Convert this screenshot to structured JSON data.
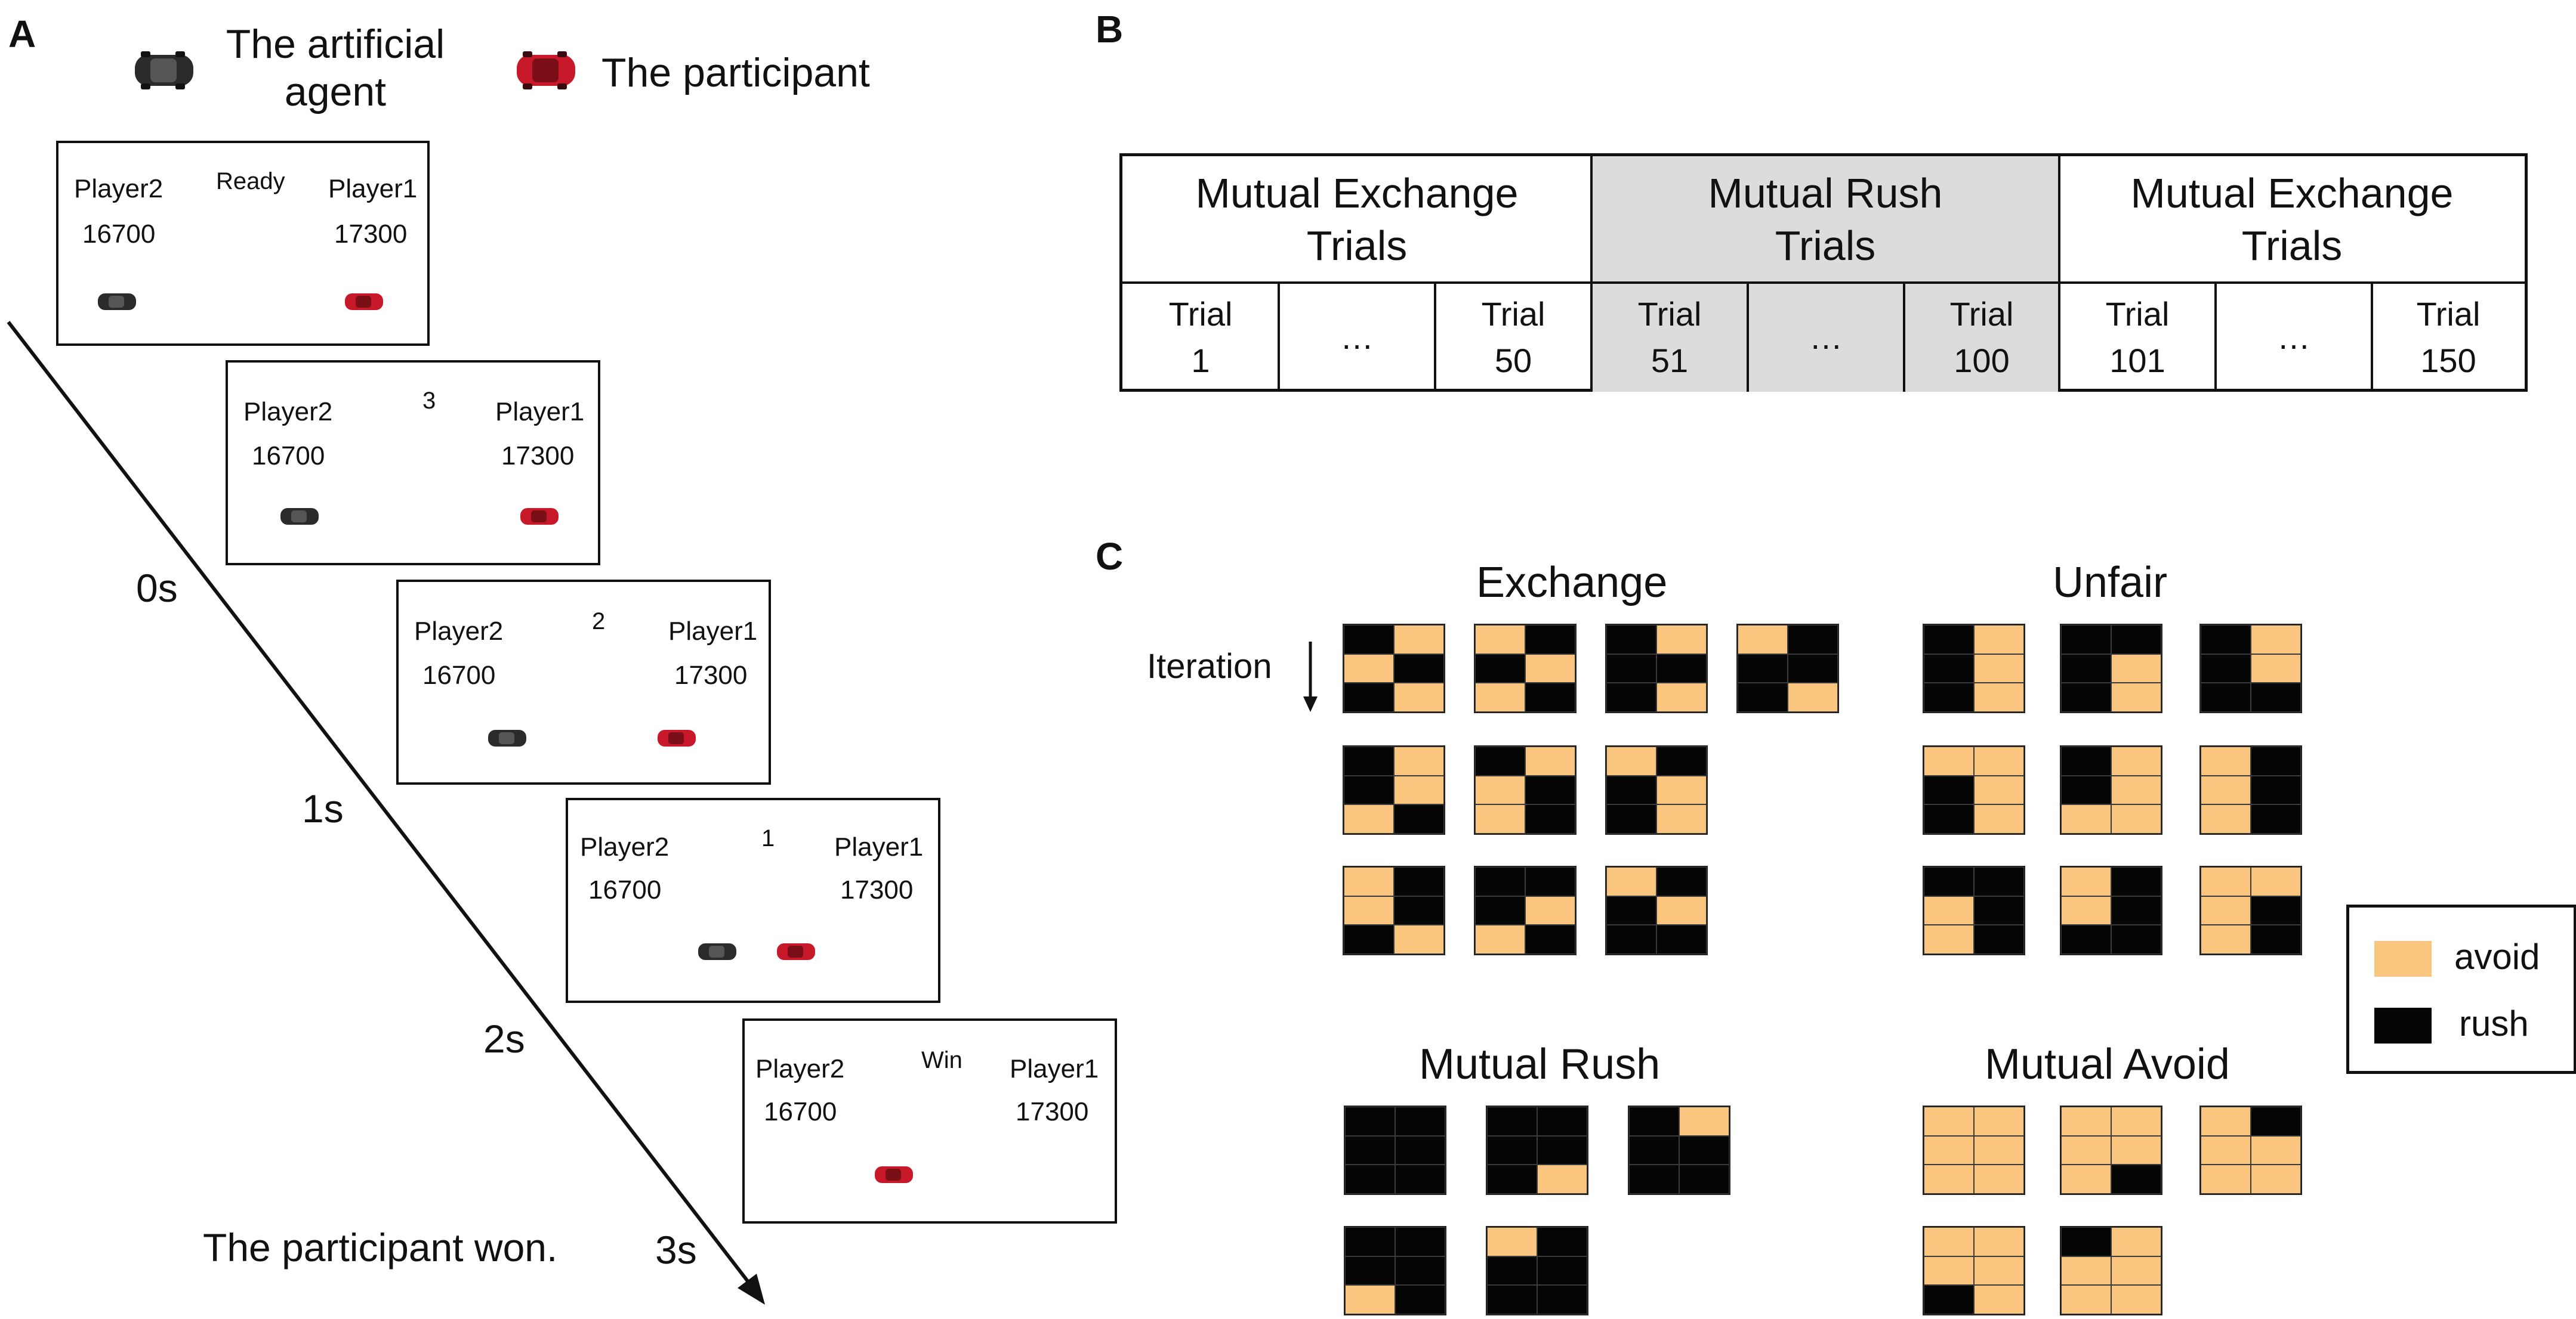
{
  "panels": {
    "a": "A",
    "b": "B",
    "c": "C"
  },
  "panel_a": {
    "legend": {
      "agent": "The artificial agent",
      "participant": "The participant"
    },
    "screens": [
      {
        "status": "Ready",
        "p2": "Player2",
        "p2_score": "16700",
        "p1": "Player1",
        "p1_score": "17300"
      },
      {
        "status": "3",
        "p2": "Player2",
        "p2_score": "16700",
        "p1": "Player1",
        "p1_score": "17300"
      },
      {
        "status": "2",
        "p2": "Player2",
        "p2_score": "16700",
        "p1": "Player1",
        "p1_score": "17300"
      },
      {
        "status": "1",
        "p2": "Player2",
        "p2_score": "16700",
        "p1": "Player1",
        "p1_score": "17300"
      },
      {
        "status": "Win",
        "p2": "Player2",
        "p2_score": "16700",
        "p1": "Player1",
        "p1_score": "17300"
      }
    ],
    "times": [
      "0s",
      "1s",
      "2s",
      "3s"
    ],
    "caption": "The participant won."
  },
  "panel_b": {
    "blocks": [
      {
        "label": "Mutual Exchange Trials",
        "shaded": false
      },
      {
        "label": "Mutual Rush Trials",
        "shaded": true
      },
      {
        "label": "Mutual Exchange Trials",
        "shaded": false
      }
    ],
    "cells": [
      "Trial 1",
      "…",
      "Trial 50",
      "Trial 51",
      "…",
      "Trial 100",
      "Trial 101",
      "…",
      "Trial 150"
    ]
  },
  "panel_c": {
    "iteration_label": "Iteration",
    "groups": {
      "exchange": {
        "title": "Exchange",
        "patterns": [
          [
            "rush",
            "avoid",
            "avoid",
            "rush",
            "rush",
            "avoid"
          ],
          [
            "avoid",
            "rush",
            "rush",
            "avoid",
            "avoid",
            "rush"
          ],
          [
            "rush",
            "avoid",
            "rush",
            "rush",
            "rush",
            "avoid"
          ],
          [
            "avoid",
            "rush",
            "rush",
            "rush",
            "rush",
            "avoid"
          ],
          [
            "rush",
            "avoid",
            "rush",
            "avoid",
            "avoid",
            "rush"
          ],
          [
            "rush",
            "avoid",
            "avoid",
            "rush",
            "avoid",
            "rush"
          ],
          [
            "avoid",
            "rush",
            "rush",
            "avoid",
            "rush",
            "avoid"
          ],
          [
            "avoid",
            "rush",
            "avoid",
            "rush",
            "rush",
            "avoid"
          ],
          [
            "rush",
            "rush",
            "rush",
            "avoid",
            "avoid",
            "rush"
          ],
          [
            "avoid",
            "rush",
            "rush",
            "avoid",
            "rush",
            "rush"
          ]
        ]
      },
      "unfair": {
        "title": "Unfair",
        "patterns": [
          [
            "rush",
            "avoid",
            "rush",
            "avoid",
            "rush",
            "avoid"
          ],
          [
            "rush",
            "rush",
            "rush",
            "avoid",
            "rush",
            "avoid"
          ],
          [
            "rush",
            "avoid",
            "rush",
            "avoid",
            "rush",
            "rush"
          ],
          [
            "avoid",
            "avoid",
            "rush",
            "avoid",
            "rush",
            "avoid"
          ],
          [
            "rush",
            "avoid",
            "rush",
            "avoid",
            "avoid",
            "avoid"
          ],
          [
            "avoid",
            "rush",
            "avoid",
            "rush",
            "avoid",
            "rush"
          ],
          [
            "rush",
            "rush",
            "avoid",
            "rush",
            "avoid",
            "rush"
          ],
          [
            "avoid",
            "rush",
            "avoid",
            "rush",
            "rush",
            "rush"
          ],
          [
            "avoid",
            "avoid",
            "avoid",
            "rush",
            "avoid",
            "rush"
          ]
        ]
      },
      "mutual_rush": {
        "title": "Mutual Rush",
        "patterns": [
          [
            "rush",
            "rush",
            "rush",
            "rush",
            "rush",
            "rush"
          ],
          [
            "rush",
            "rush",
            "rush",
            "rush",
            "rush",
            "avoid"
          ],
          [
            "rush",
            "avoid",
            "rush",
            "rush",
            "rush",
            "rush"
          ],
          [
            "rush",
            "rush",
            "rush",
            "rush",
            "avoid",
            "rush"
          ],
          [
            "avoid",
            "rush",
            "rush",
            "rush",
            "rush",
            "rush"
          ]
        ]
      },
      "mutual_avoid": {
        "title": "Mutual Avoid",
        "patterns": [
          [
            "avoid",
            "avoid",
            "avoid",
            "avoid",
            "avoid",
            "avoid"
          ],
          [
            "avoid",
            "avoid",
            "avoid",
            "avoid",
            "avoid",
            "rush"
          ],
          [
            "avoid",
            "rush",
            "avoid",
            "avoid",
            "avoid",
            "avoid"
          ],
          [
            "avoid",
            "avoid",
            "avoid",
            "avoid",
            "rush",
            "avoid"
          ],
          [
            "rush",
            "avoid",
            "avoid",
            "avoid",
            "avoid",
            "avoid"
          ]
        ]
      }
    },
    "legend": [
      {
        "label": "avoid",
        "color": "#f9c57f"
      },
      {
        "label": "rush",
        "color": "#050505"
      }
    ]
  }
}
